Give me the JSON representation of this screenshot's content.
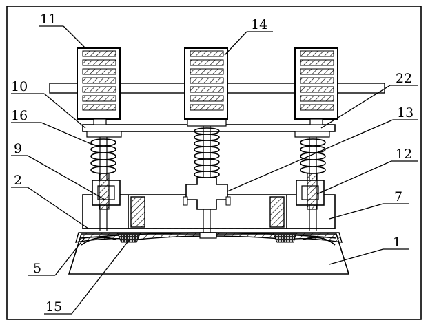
{
  "figure": {
    "labels": {
      "l11": "11",
      "l14": "14",
      "l10": "10",
      "l22": "22",
      "l16": "16",
      "l13": "13",
      "l9": "9",
      "l12": "12",
      "l2": "2",
      "l7": "7",
      "l1": "1",
      "l5": "5",
      "l15": "15"
    }
  }
}
